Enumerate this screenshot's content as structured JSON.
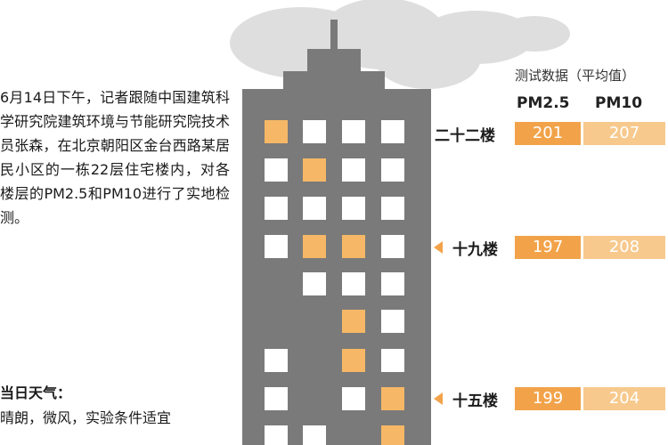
{
  "story": "6月14日下午，记者跟随中国建筑科学研究院建筑环境与节能研究院技术员张森，在北京朝阳区金台西路某居民小区的一栋22层住宅楼内，对各楼层的PM2.5和PM10进行了实地检测。",
  "weather": {
    "title": "当日天气：",
    "text": "晴朗，微风，实验条件适宜"
  },
  "table": {
    "title": "测试数据（平均值）",
    "col_pm25": "PM2.5",
    "col_pm10": "PM10",
    "rows": [
      {
        "floor": "二十二楼",
        "pm25": "201",
        "pm10": "207"
      },
      {
        "floor": "十九楼",
        "pm25": "197",
        "pm10": "208"
      },
      {
        "floor": "十五楼",
        "pm25": "199",
        "pm10": "204"
      }
    ]
  },
  "colors": {
    "building": "#7a7a7a",
    "lit_window": "#f6b866",
    "pm25_bar": "#f2a34a",
    "pm10_bar": "#f7c98d",
    "cloud": "#dedede"
  }
}
